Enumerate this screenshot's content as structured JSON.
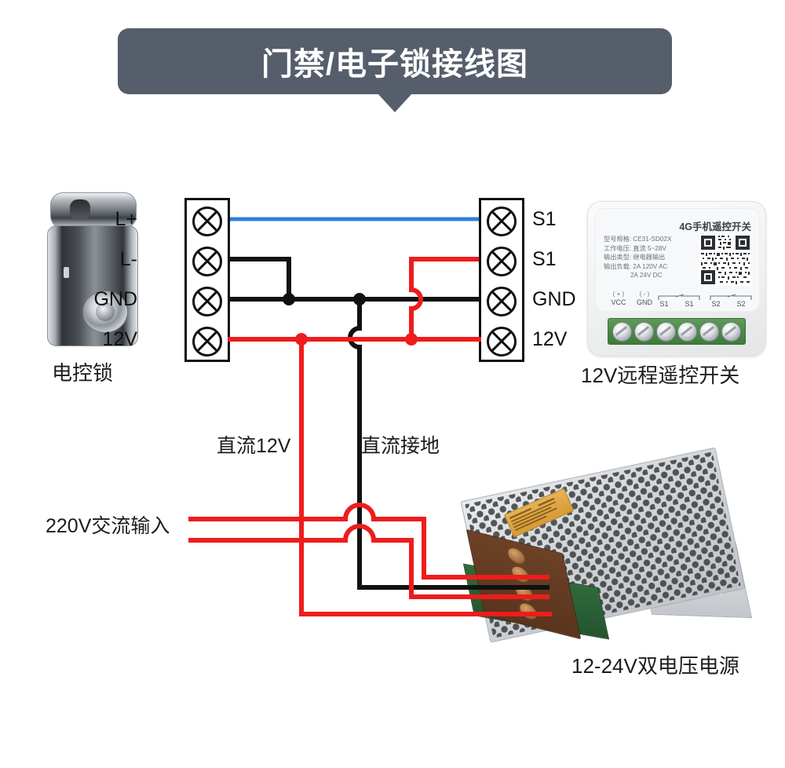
{
  "title": {
    "text": "门禁/电子锁接线图"
  },
  "colors": {
    "banner": "#565d6b",
    "wire_red": "#ee1c1c",
    "wire_black": "#111111",
    "wire_blue": "#2f7fdd",
    "terminal_green": "#4e8a49"
  },
  "lock": {
    "caption": "电控锁"
  },
  "terminals": {
    "left_block": {
      "name": "电控锁接线端子",
      "labels": [
        "L+",
        "L-",
        "GND",
        "12V"
      ]
    },
    "right_block": {
      "name": "遥控开关接线端子",
      "labels": [
        "S1",
        "S1",
        "GND",
        "12V"
      ]
    }
  },
  "switch_module": {
    "caption": "12V远程遥控开关",
    "title": "4G手机遥控开关",
    "specs": [
      "型号规格: CE31-SD02X",
      "工作电压: 直流 5~28V",
      "输出类型: 继电器输出",
      "输出负载: 2A 120V AC",
      "2A  24V DC"
    ],
    "pins": [
      {
        "symbol": "( + )",
        "name": "VCC"
      },
      {
        "symbol": "( - )",
        "name": "GND"
      },
      {
        "symbol": "",
        "name": "S1"
      },
      {
        "symbol": "",
        "name": "S1"
      },
      {
        "symbol": "",
        "name": "S2"
      },
      {
        "symbol": "",
        "name": "S2"
      }
    ],
    "connector_screw_count": 6
  },
  "psu": {
    "caption": "12-24V双电压电源"
  },
  "wire_labels": {
    "dc_12v": "直流12V",
    "dc_ground": "直流接地",
    "ac_input": "220V交流输入"
  }
}
